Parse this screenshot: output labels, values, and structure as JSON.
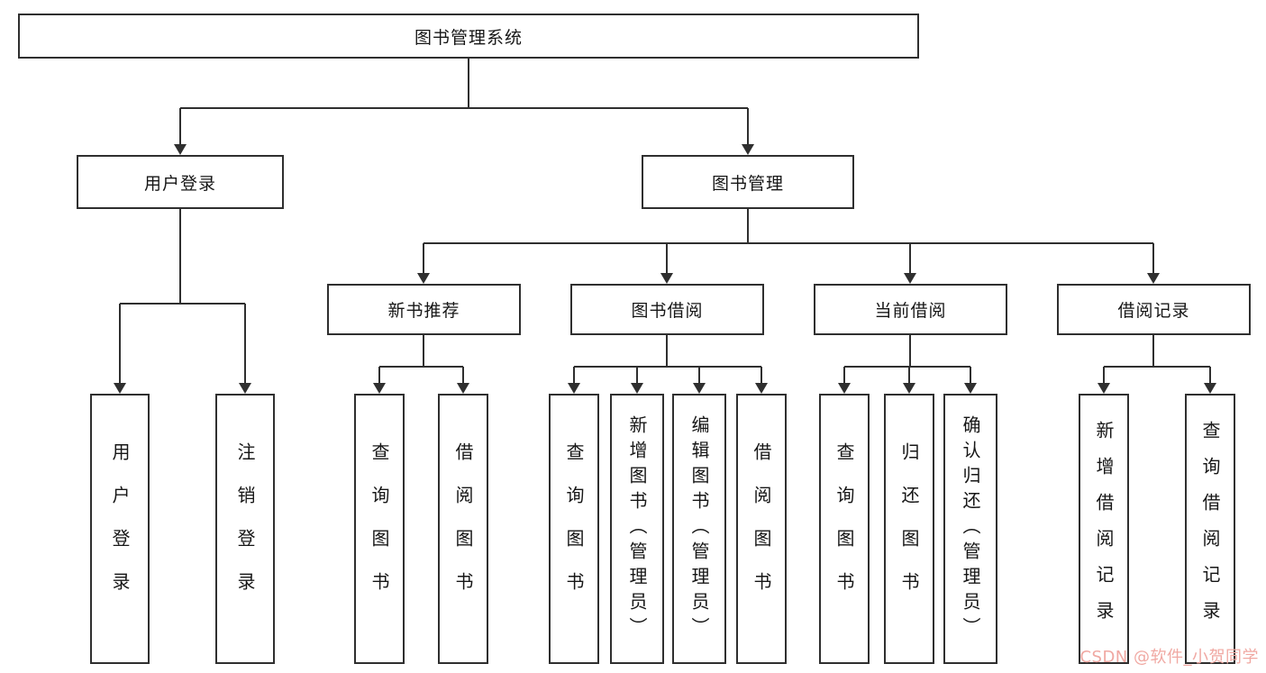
{
  "tree": {
    "root": {
      "label": "图书管理系统"
    },
    "branches": [
      {
        "label": "用户登录",
        "children": [
          {
            "label": "用户登录"
          },
          {
            "label": "注销登录"
          }
        ]
      },
      {
        "label": "图书管理",
        "children": [
          {
            "label": "新书推荐",
            "children": [
              {
                "label": "查询图书"
              },
              {
                "label": "借阅图书"
              }
            ]
          },
          {
            "label": "图书借阅",
            "children": [
              {
                "label": "查询图书"
              },
              {
                "label": "新增图书（管理员）"
              },
              {
                "label": "编辑图书（管理员）"
              },
              {
                "label": "借阅图书"
              }
            ]
          },
          {
            "label": "当前借阅",
            "children": [
              {
                "label": "查询图书"
              },
              {
                "label": "归还图书"
              },
              {
                "label": "确认归还（管理员）"
              }
            ]
          },
          {
            "label": "借阅记录",
            "children": [
              {
                "label": "新增借阅记录"
              },
              {
                "label": "查询借阅记录"
              }
            ]
          }
        ]
      }
    ]
  },
  "colors": {
    "box_border": "#2f2f2f",
    "line": "#2f2f2f",
    "watermark": "#f0a8a2"
  },
  "watermark": {
    "text": "CSDN @软件_小贺同学"
  }
}
